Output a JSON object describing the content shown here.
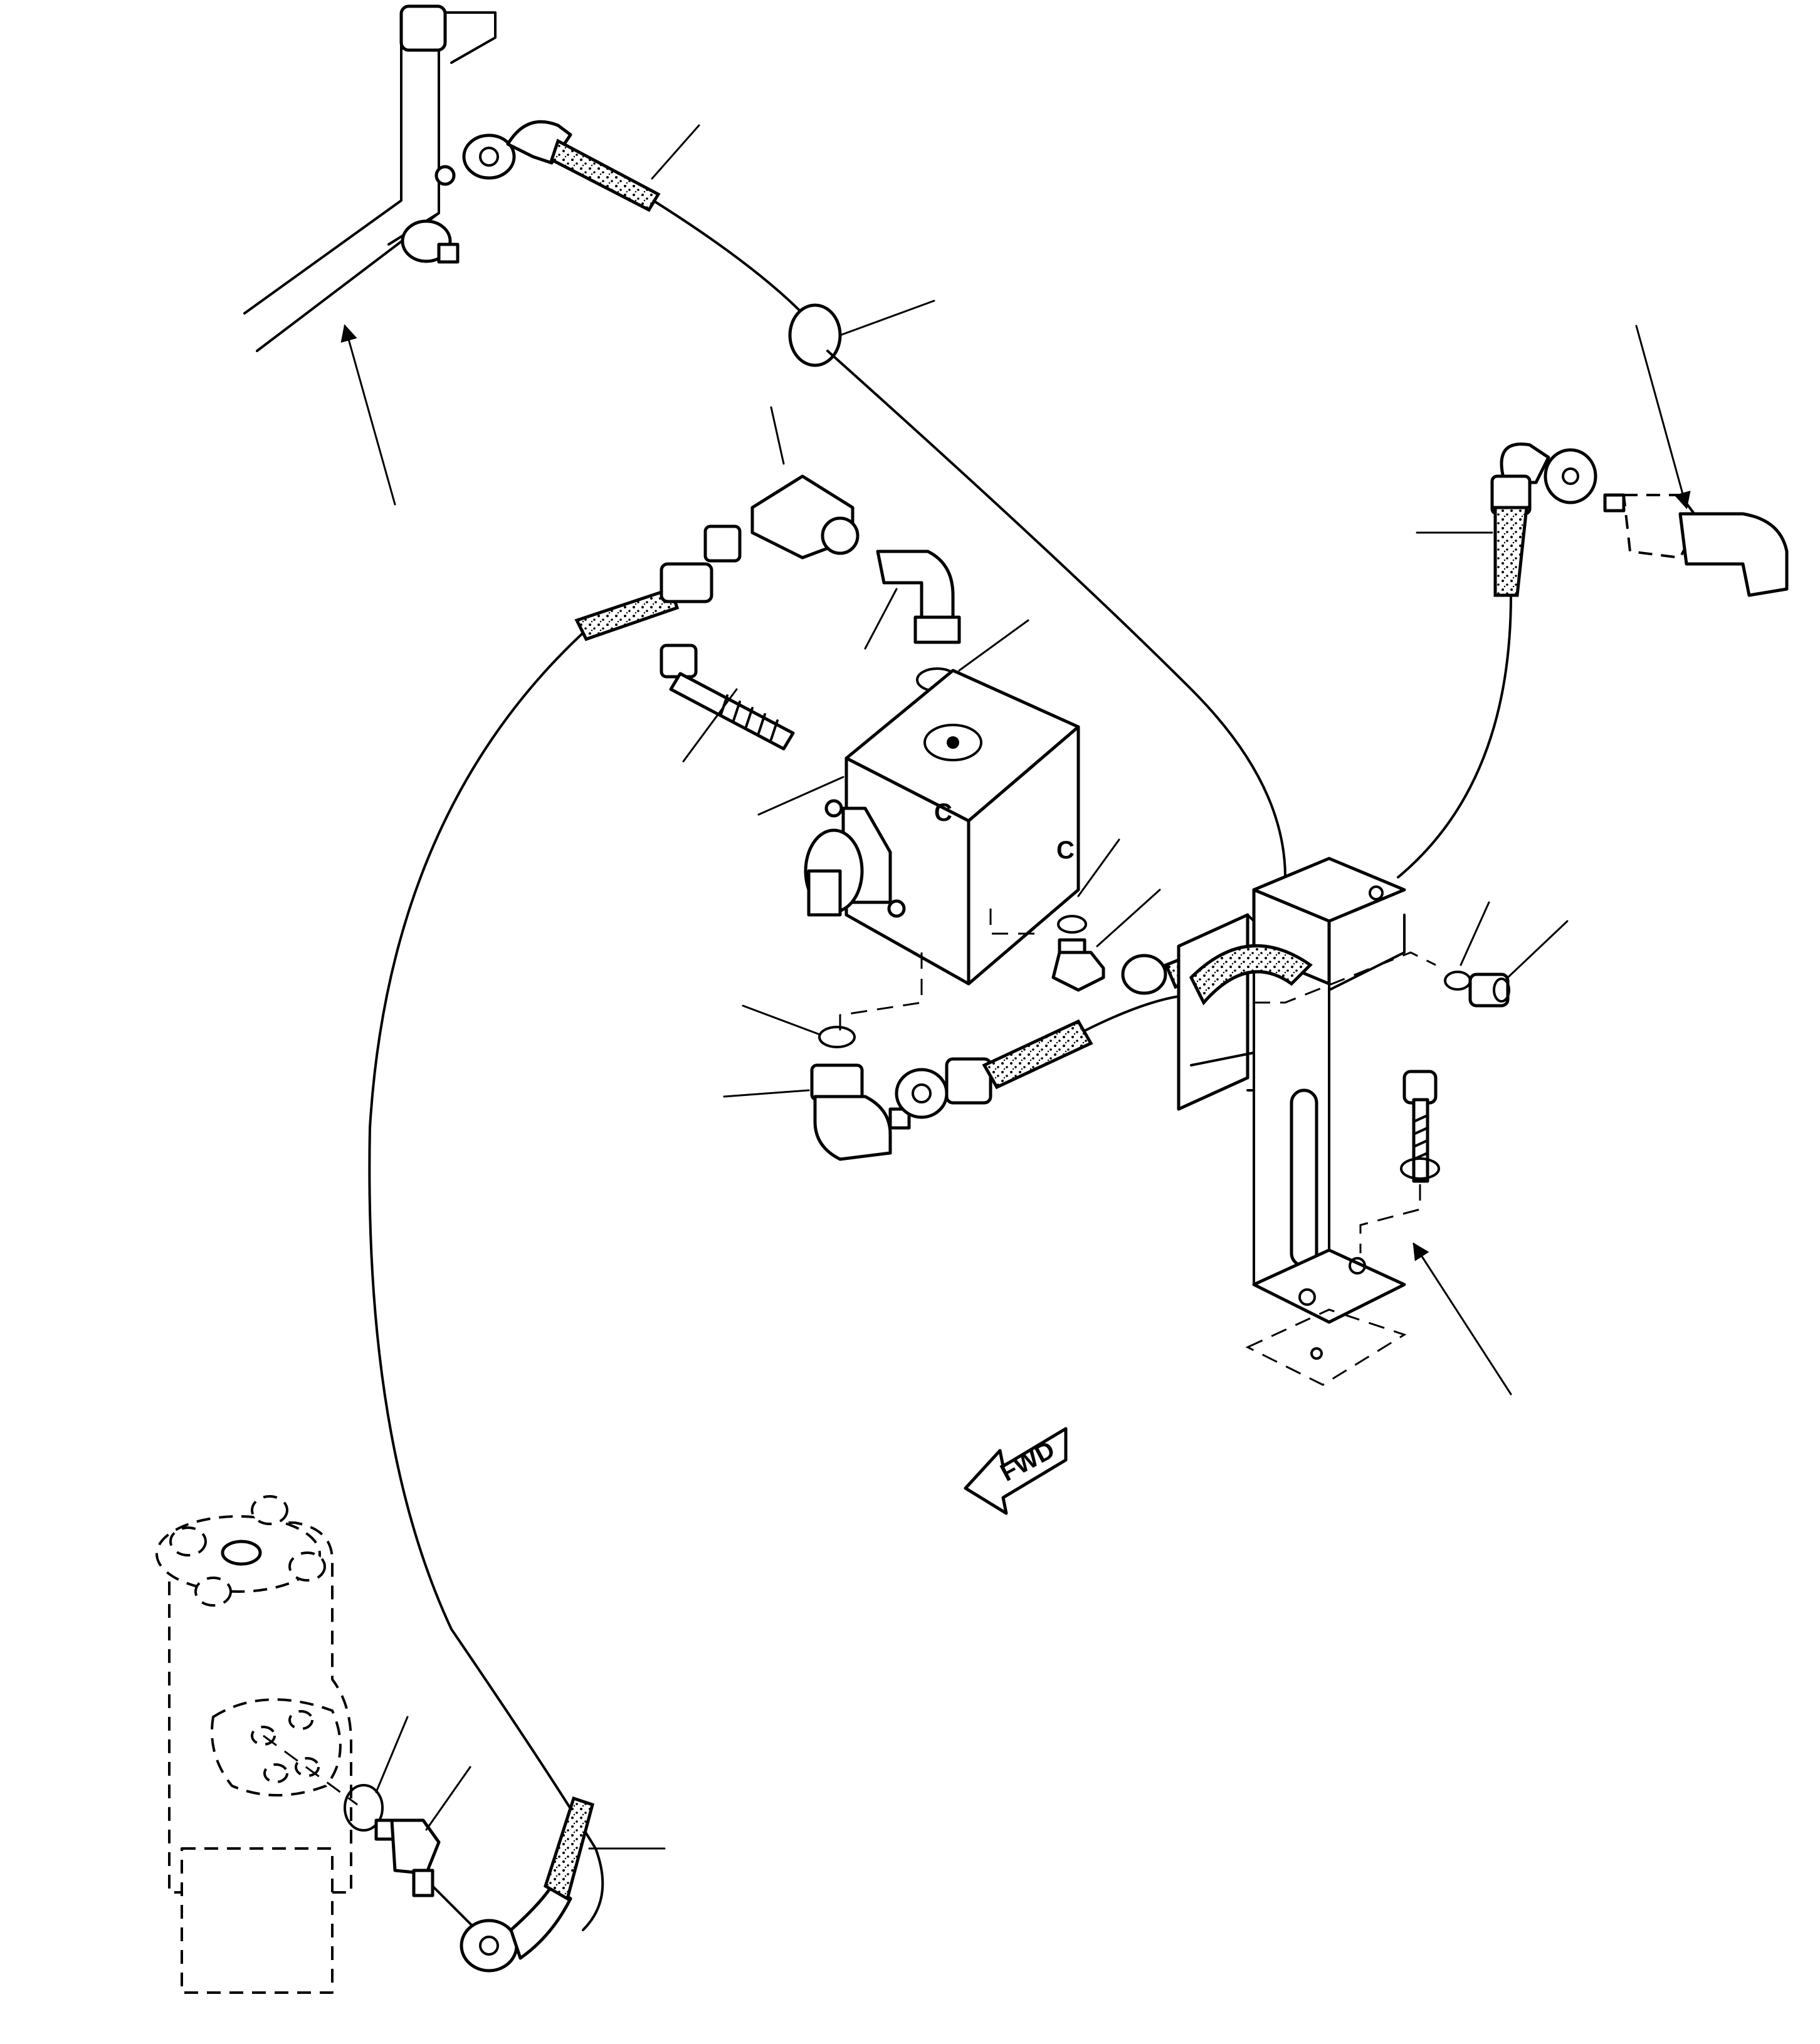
{
  "diagram": {
    "direction_label": "FWD",
    "block_port_labels": [
      "C",
      "C"
    ]
  }
}
